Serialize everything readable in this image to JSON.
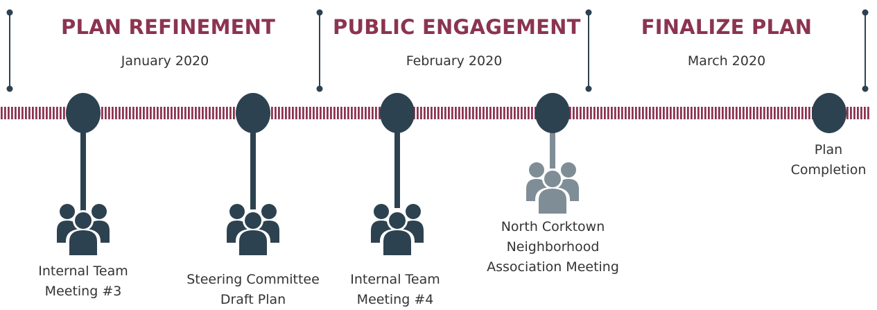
{
  "colors": {
    "accent": "#8b3450",
    "node": "#2d4250",
    "node_muted": "#7f8d96",
    "text": "#333333"
  },
  "phases": [
    {
      "title": "PLAN REFINEMENT",
      "date": "January 2020"
    },
    {
      "title": "PUBLIC ENGAGEMENT",
      "date": "February 2020"
    },
    {
      "title": "FINALIZE PLAN",
      "date": "March 2020"
    }
  ],
  "milestones": [
    {
      "label": "Internal Team\nMeeting #3",
      "icon": "people-group-icon",
      "muted": false
    },
    {
      "label": "Steering Committee\nDraft Plan",
      "icon": "people-group-icon",
      "muted": false
    },
    {
      "label": "Internal Team\nMeeting #4",
      "icon": "people-group-icon",
      "muted": false
    },
    {
      "label": "North Corktown\nNeighborhood\nAssociation Meeting",
      "icon": "people-group-icon",
      "muted": true
    },
    {
      "label": "Plan\nCompletion",
      "icon": "",
      "muted": false
    }
  ]
}
